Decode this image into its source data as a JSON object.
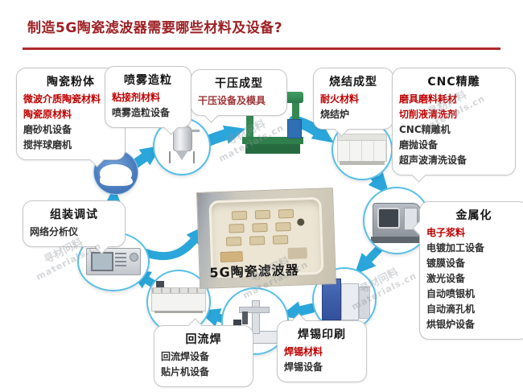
{
  "title": "制造5G陶瓷滤波器需要哪些材料及设备?",
  "center": {
    "label": "5G陶瓷滤波器"
  },
  "watermark": {
    "line1": "寻材问料",
    "line2": "materials.cn"
  },
  "colors": {
    "title_red": "#9e2024",
    "rule_red": "#b02a2e",
    "material_red": "#c00000",
    "equipment_dark": "#2f2f2f",
    "arrow_cyan": "#2aa6da"
  },
  "stages": [
    {
      "title": "陶瓷粉体",
      "items": [
        {
          "label": "微波介质陶瓷材料",
          "emphasis": true
        },
        {
          "label": "陶瓷原材料",
          "emphasis": true
        },
        {
          "label": "磨砂机设备",
          "emphasis": false
        },
        {
          "label": "搅拌球磨机",
          "emphasis": false
        }
      ]
    },
    {
      "title": "喷雾造粒",
      "items": [
        {
          "label": "粘接剂材料",
          "emphasis": true
        },
        {
          "label": "喷雾造粒设备",
          "emphasis": false
        }
      ]
    },
    {
      "title": "干压成型",
      "items": [
        {
          "label": "干压设备及模具",
          "emphasis": true
        }
      ]
    },
    {
      "title": "烧结成型",
      "items": [
        {
          "label": "耐火材料",
          "emphasis": true
        },
        {
          "label": "烧结炉",
          "emphasis": false
        }
      ]
    },
    {
      "title": "CNC精雕",
      "items": [
        {
          "label": "磨具磨料耗材",
          "emphasis": true
        },
        {
          "label": "切削液清洗剂",
          "emphasis": true
        },
        {
          "label": "CNC精雕机",
          "emphasis": false
        },
        {
          "label": "磨抛设备",
          "emphasis": false
        },
        {
          "label": "超声波清洗设备",
          "emphasis": false
        }
      ]
    },
    {
      "title": "金属化",
      "items": [
        {
          "label": "电子浆料",
          "emphasis": true
        },
        {
          "label": "电镀加工设备",
          "emphasis": false
        },
        {
          "label": "镀膜设备",
          "emphasis": false
        },
        {
          "label": "激光设备",
          "emphasis": false
        },
        {
          "label": "自动喷银机",
          "emphasis": false
        },
        {
          "label": "自动滴孔机",
          "emphasis": false
        },
        {
          "label": "烘银炉设备",
          "emphasis": false
        }
      ]
    },
    {
      "title": "焊锡印刷",
      "items": [
        {
          "label": "焊锡材料",
          "emphasis": true
        },
        {
          "label": "焊锡设备",
          "emphasis": false
        }
      ]
    },
    {
      "title": "回流焊",
      "items": [
        {
          "label": "回流焊设备",
          "emphasis": false
        },
        {
          "label": "贴片机设备",
          "emphasis": false
        }
      ]
    },
    {
      "title": "组装调试",
      "items": [
        {
          "label": "网络分析仪",
          "emphasis": false
        }
      ]
    }
  ]
}
